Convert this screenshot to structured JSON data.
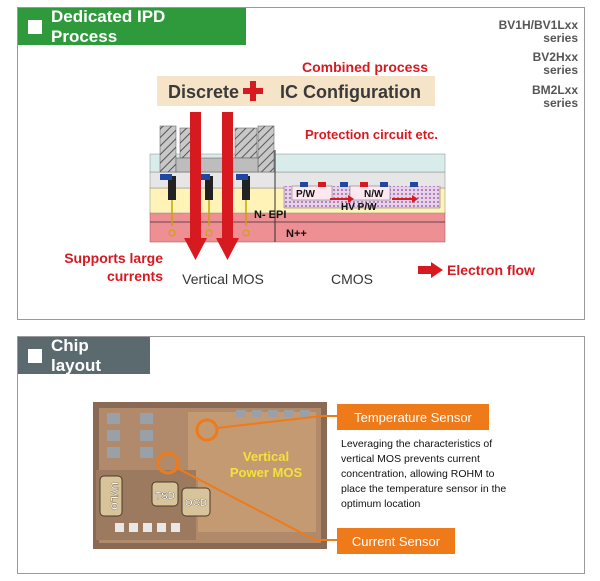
{
  "process_panel": {
    "title": "Dedicated IPD Process",
    "series": [
      "BV1H/BV1Lxx series",
      "BV2Hxx series",
      "BM2Lxx series"
    ],
    "combined_process": "Combined process",
    "discrete": "Discrete",
    "ic_configuration": "IC Configuration",
    "protection_circuit": "Protection circuit etc.",
    "n_epi": "N- EPI",
    "n_plus": "N++",
    "pw": "P/W",
    "nw": "N/W",
    "hv_pw": "HV P/W",
    "supports_large_currents": [
      "Supports large",
      "currents"
    ],
    "vertical_mos": "Vertical MOS",
    "cmos": "CMOS",
    "electron_flow": "Electron flow",
    "colors": {
      "accent_red": "#d71920",
      "header_green": "#2e9a3c"
    }
  },
  "chip_panel": {
    "title": "Chip layout",
    "vertical_power_mos": [
      "Vertical",
      "Power MOS"
    ],
    "uvlo": "UVLO",
    "tsd": "TSD",
    "ocd": "OCD",
    "temperature_sensor": "Temperature Sensor",
    "current_sensor": "Current Sensor",
    "description": "Leveraging the characteristics of vertical MOS prevents current concentration, allowing ROHM to place the temperature sensor in the optimum location",
    "colors": {
      "callout_orange": "#ef7a1a",
      "header_gray": "#5a6a6e"
    }
  }
}
